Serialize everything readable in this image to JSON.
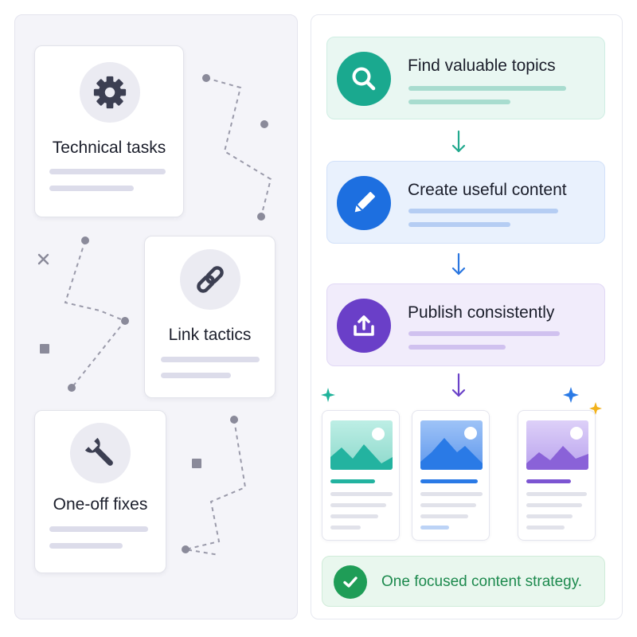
{
  "left_panel": {
    "cards": [
      {
        "label": "Technical tasks",
        "icon": "gear-icon"
      },
      {
        "label": "Link tactics",
        "icon": "link-icon"
      },
      {
        "label": "One-off fixes",
        "icon": "wrench-icon"
      }
    ]
  },
  "right_panel": {
    "steps": [
      {
        "label": "Find valuable topics",
        "icon": "search-icon",
        "color": "#1aa98f"
      },
      {
        "label": "Create useful content",
        "icon": "pencil-icon",
        "color": "#1d6fe0"
      },
      {
        "label": "Publish consistently",
        "icon": "upload-icon",
        "color": "#6a3fc8"
      }
    ],
    "thumbnails": [
      {
        "accent": "#22b3a0"
      },
      {
        "accent": "#2a7ae6"
      },
      {
        "accent": "#7c55d2"
      }
    ],
    "result": {
      "text": "One focused content strategy.",
      "icon": "check-icon",
      "color": "#1f9d57"
    }
  }
}
